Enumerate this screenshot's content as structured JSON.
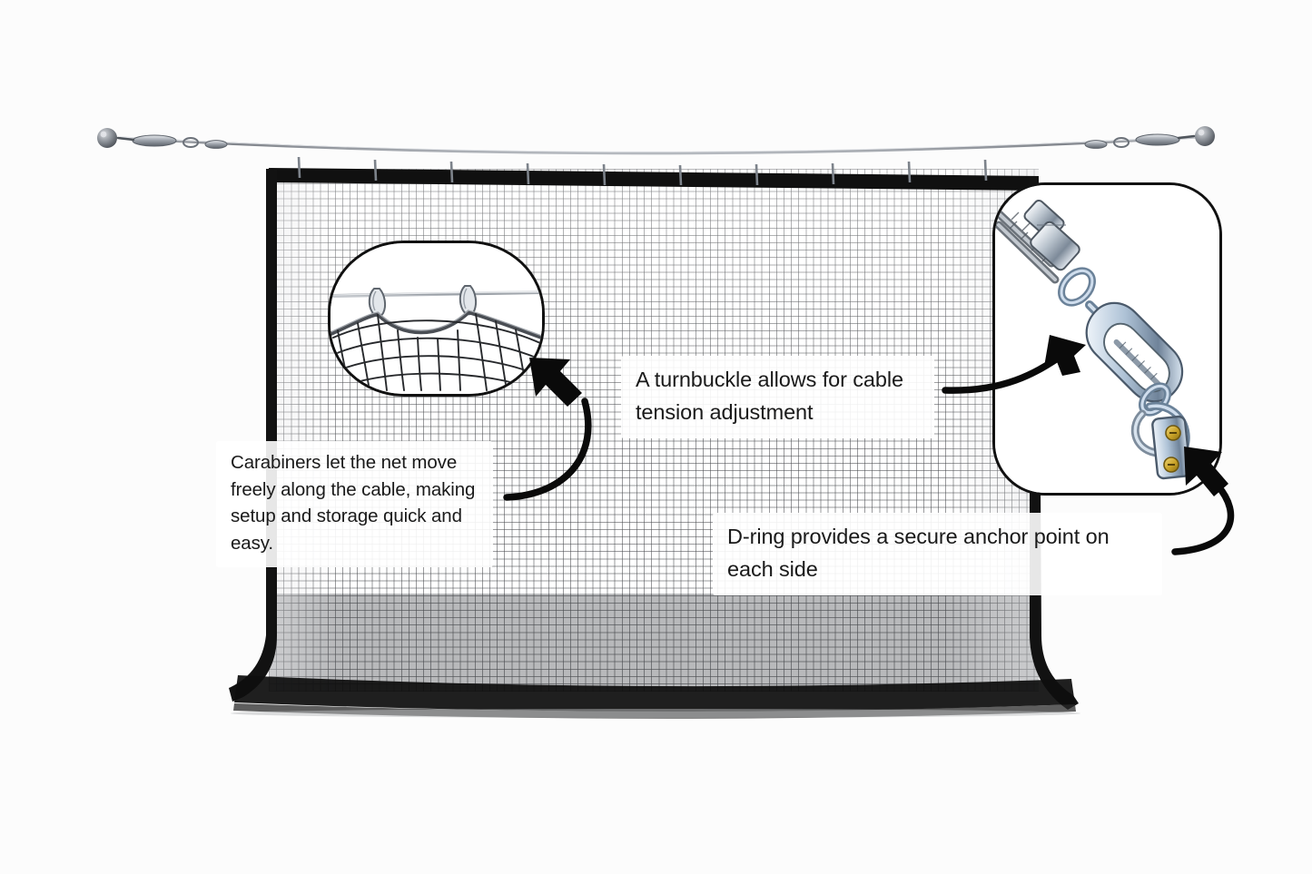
{
  "scene": {
    "title": "Barrier net with cable suspension system",
    "background_color": "#fcfcfc"
  },
  "product": {
    "net": {
      "name": "impact barrier net",
      "frame_color": "#121212",
      "mesh_color": "#46484c",
      "upper_panel_tone": "#ffffff",
      "lower_panel_tone": "#a8aaac"
    },
    "cable": {
      "name": "overhead support cable",
      "color": "#8d8f93",
      "end_hardware": "ball-end anchor"
    }
  },
  "callouts": [
    {
      "id": "carabiner",
      "text": "Carabiners let the net move freely along the cable, making setup and storage quick and easy.",
      "arrow": "curved-arrow-up-left"
    },
    {
      "id": "turnbuckle",
      "text": "A turnbuckle allows for cable tension adjustment",
      "arrow": "curved-arrow-right"
    },
    {
      "id": "dring",
      "text": "D-ring provides a secure anchor point on each side",
      "arrow": "curved-arrow-up-left"
    }
  ],
  "insets": [
    {
      "id": "carabiner-detail",
      "label": "carabiner-on-cable-detail",
      "depicts": "Two carabiners clipped over a steel cable supporting the net's top rope"
    },
    {
      "id": "turnbuckle-detail",
      "label": "turnbuckle-and-d-ring-detail",
      "depicts": "Cable clamp, turnbuckle body and D-ring anchor plate with two screw holes"
    }
  ],
  "colors": {
    "text": "#1a1a1a",
    "arrow": "#0a0a0a",
    "metal_light": "#dfe4ea",
    "metal_mid": "#9aa6b4",
    "metal_dark": "#5e6b7a",
    "brass": "#c9a227"
  }
}
